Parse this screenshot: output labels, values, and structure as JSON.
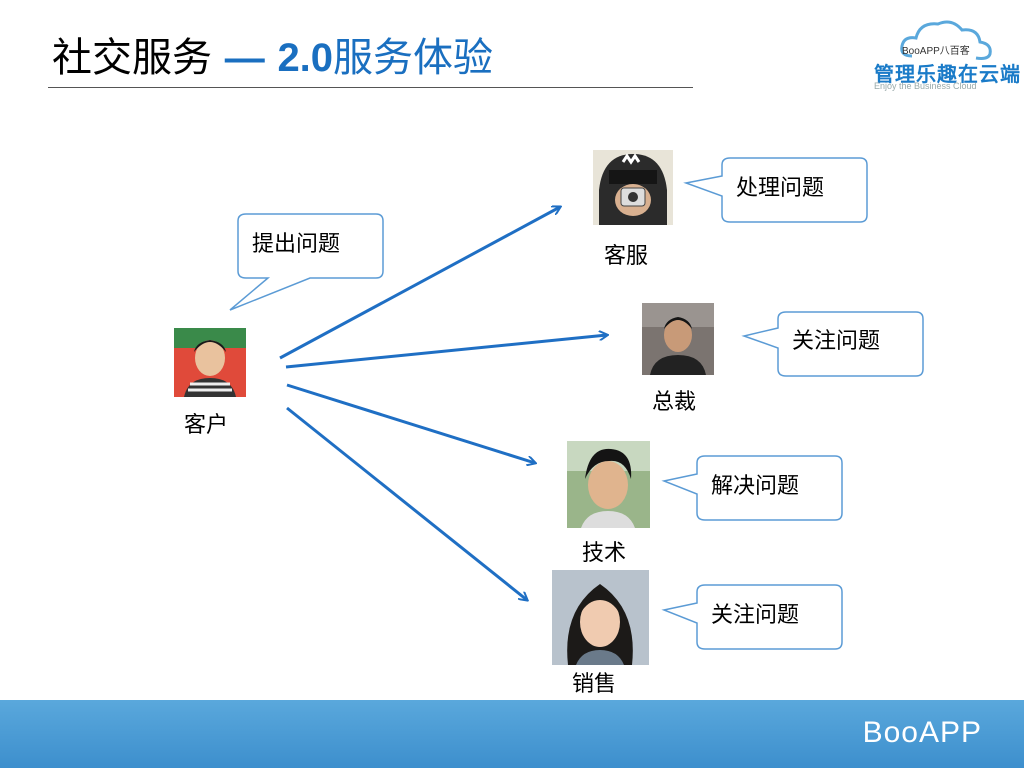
{
  "slide": {
    "title_part1": "社交服务",
    "title_sep": "—",
    "title_num": "2.0",
    "title_part2": "服务体验"
  },
  "logo": {
    "top": "BooAPP八百客",
    "main": "管理乐趣在云端",
    "sub": "Enjoy the Business Cloud"
  },
  "diagram": {
    "customer": {
      "label": "客户",
      "bubble": "提出问题"
    },
    "recipients": [
      {
        "label": "客服",
        "bubble": "处理问题"
      },
      {
        "label": "总裁",
        "bubble": "关注问题"
      },
      {
        "label": "技术",
        "bubble": "解决问题"
      },
      {
        "label": "销售",
        "bubble": "关注问题"
      }
    ]
  },
  "colors": {
    "accent": "#1a6fc0",
    "arrow": "#1f6fc4",
    "bubble_border": "#5b9bd5",
    "footer": "#4a9ad6"
  },
  "footer": {
    "brand": "BooAPP"
  }
}
